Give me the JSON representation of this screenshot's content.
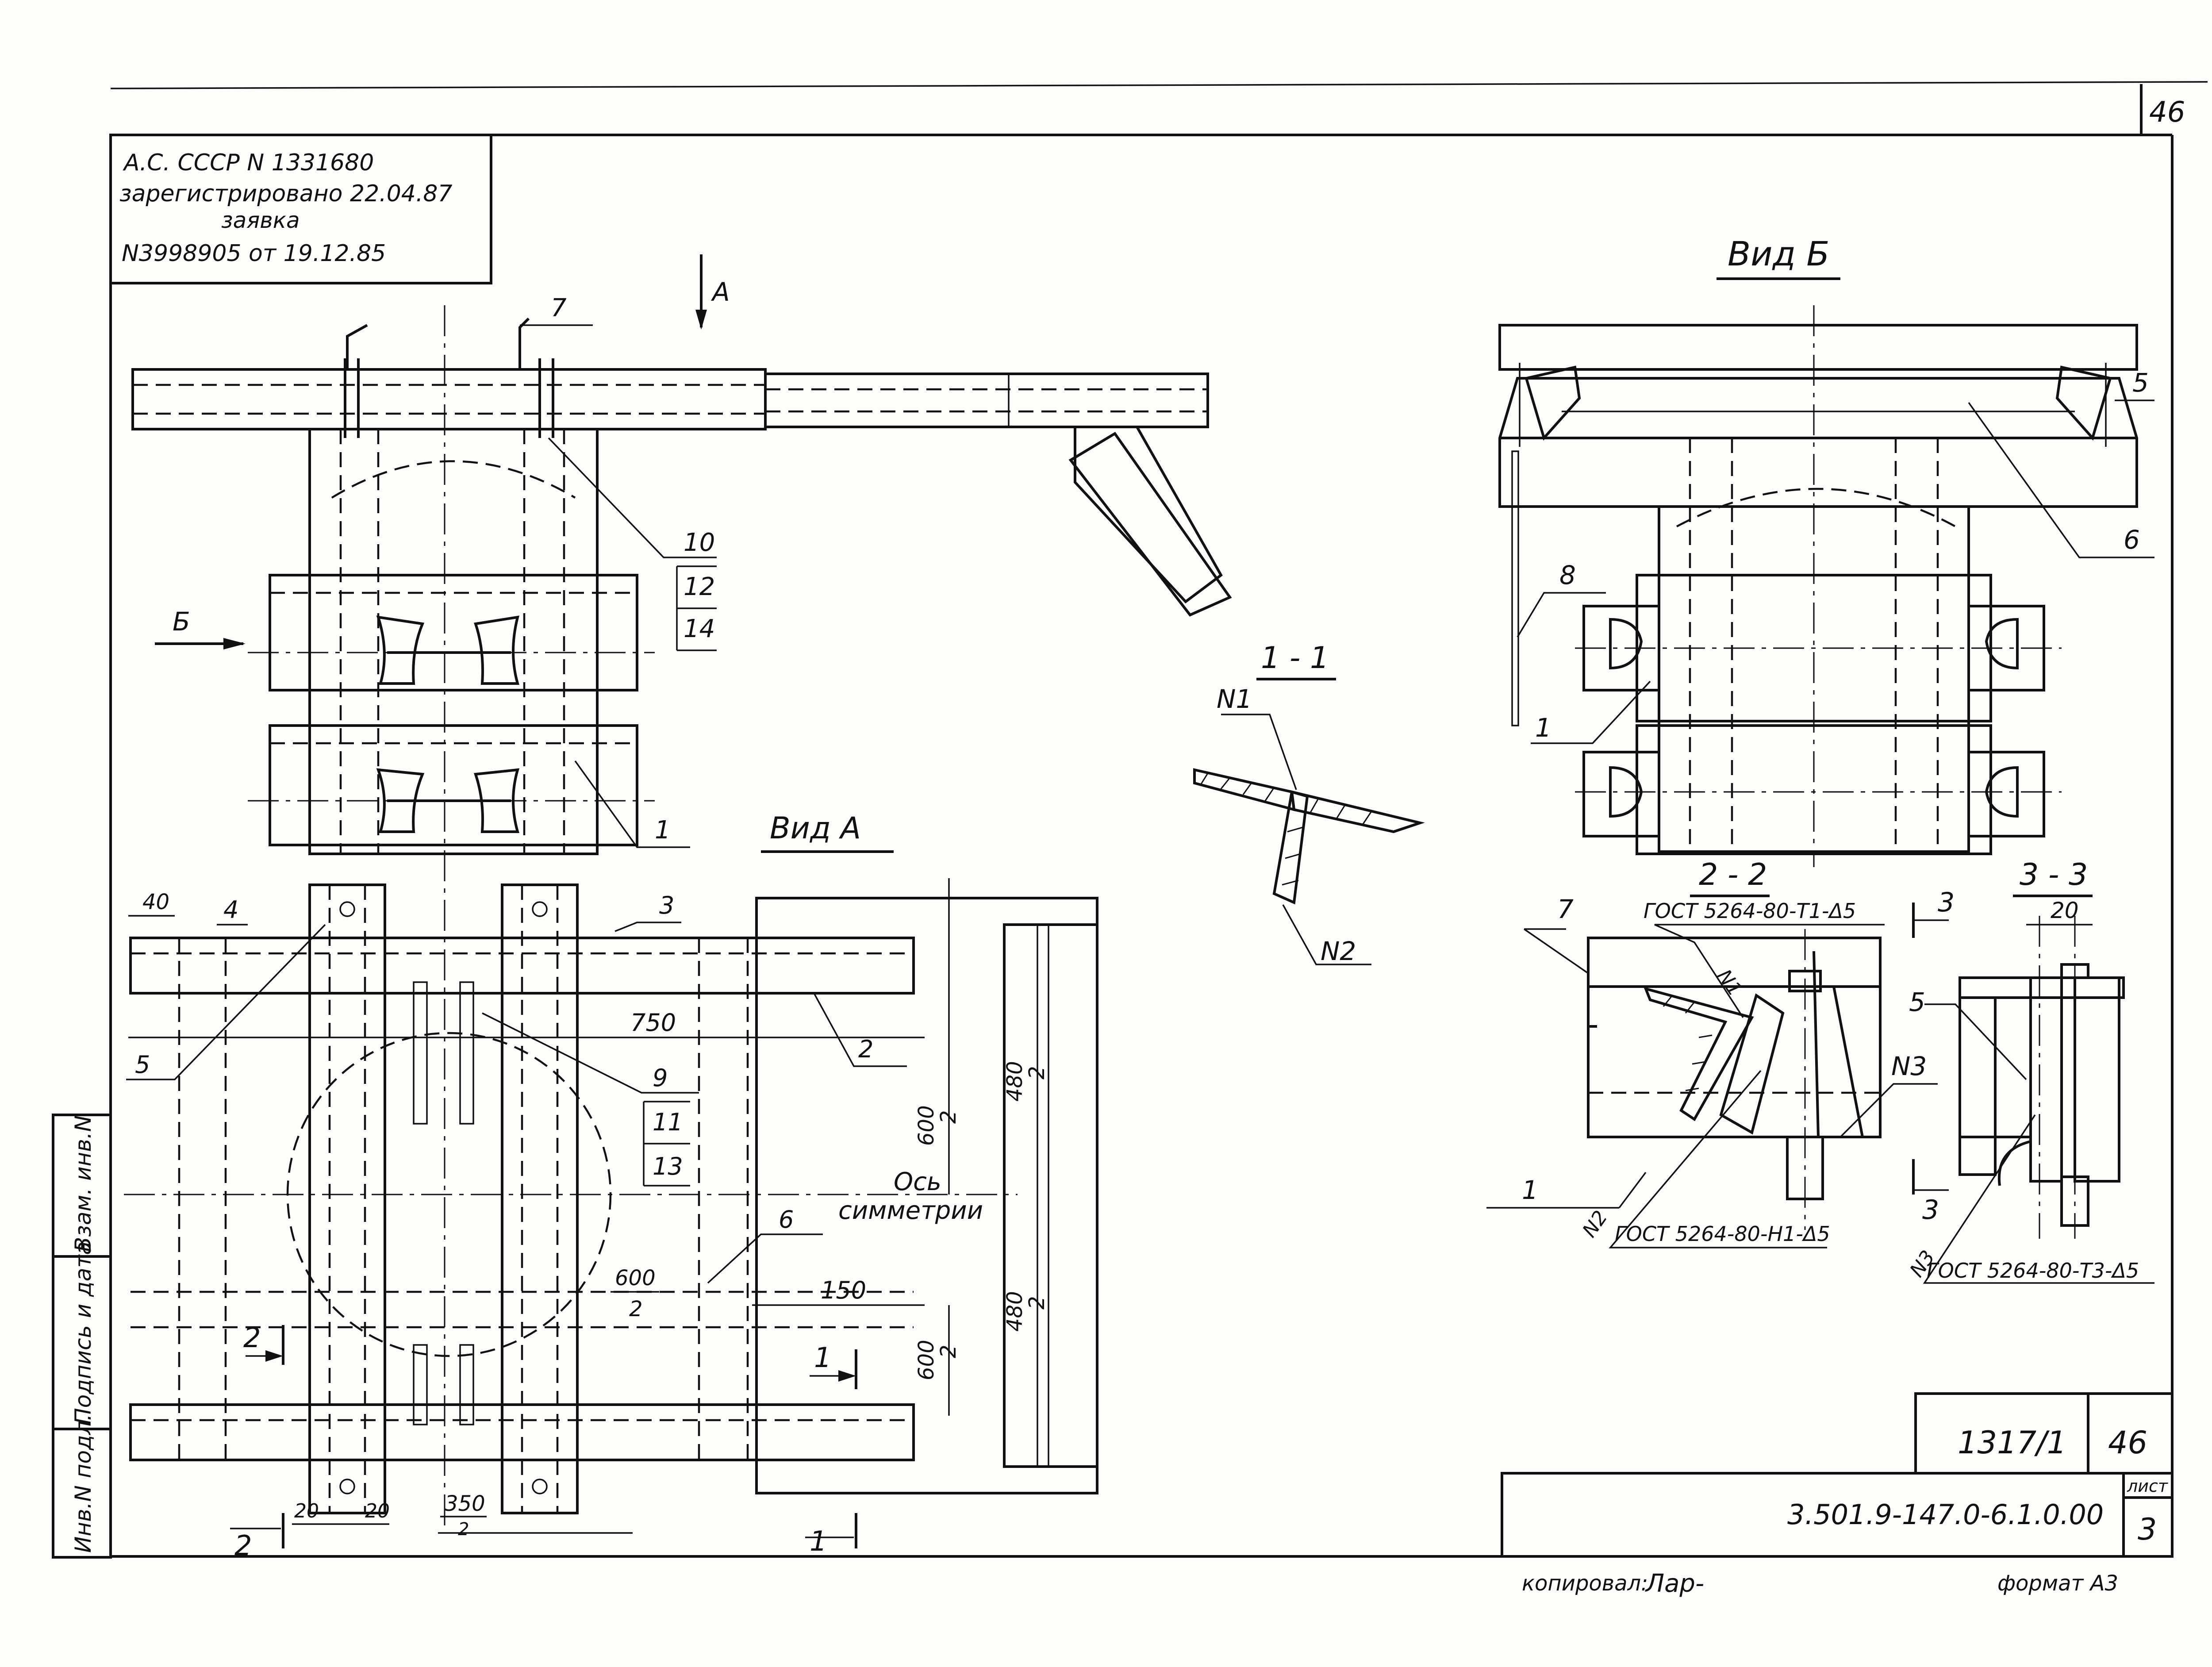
{
  "sheet": {
    "page_corner_number": "46",
    "stamp": {
      "line1": "А.С. СССР   N 1331680",
      "line2": "зарегистрировано 22.04.87",
      "line3": "заявка",
      "line4": "N3998905 от 19.12.85"
    },
    "view_labels": {
      "vid_a": "Вид А",
      "vid_b": "Вид Б",
      "arrow_a": "А",
      "arrow_b": "Б",
      "sec_11": "1 - 1",
      "sec_22": "2 - 2",
      "sec_33": "3 - 3",
      "axis_symmetry_1": "Ось",
      "axis_symmetry_2": "симметрии"
    },
    "section_marks": {
      "s1": "1",
      "s2": "2",
      "s3": "3"
    },
    "positions": {
      "p1": "1",
      "p2": "2",
      "p3": "3",
      "p4": "4",
      "p5": "5",
      "p6": "6",
      "p7": "7",
      "p8": "8",
      "p9": "9",
      "p10": "10",
      "p11": "11",
      "p12": "12",
      "p13": "13",
      "p14": "14"
    },
    "dimensions": {
      "d40": "40",
      "d750": "750",
      "d600_top": "600",
      "d600_2_top": "2",
      "d480_top": "480",
      "d480_2_top": "2",
      "d600_mid": "600",
      "d600_2_mid": "2",
      "d150": "150",
      "d480_bot": "480",
      "d480_2_bot": "2",
      "d600_bot": "600",
      "d600_2_bot": "2",
      "d350": "350",
      "d350_2": "2",
      "d20_left": "20",
      "d20_right": "20",
      "d20_sec3": "20"
    },
    "welds": {
      "n1": "N1",
      "n2": "N2",
      "n3": "N3",
      "w1": "ГОСТ 5264-80-Т1-Δ5",
      "w2": "ГОСТ 5264-80-Н1-Δ5",
      "w3": "ГОСТ 5264-80-Т3-Δ5"
    },
    "side_stamp": {
      "c1": "Инв.N подл.",
      "c2": "Подпись и дата",
      "c3": "Взам. инв.N"
    },
    "title_block": {
      "sheet_code": "1317/1",
      "page": "46",
      "doc_number": "3.501.9-147.0-6.1.0.00",
      "list_label": "лист",
      "list_number": "3"
    },
    "footer": {
      "copied_label": "копировал:",
      "copied_sign": "Лар-",
      "format": "формат А3"
    }
  }
}
